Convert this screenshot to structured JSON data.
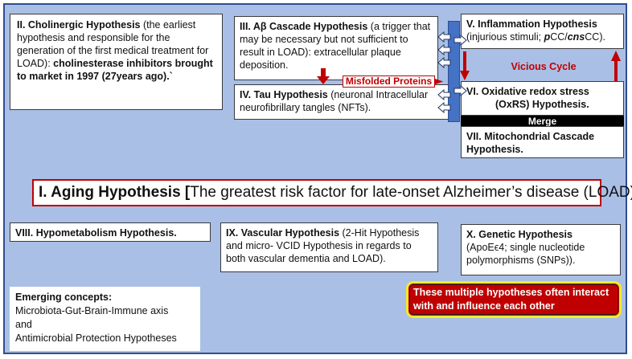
{
  "cholinergic": {
    "title": "II. Cholinergic Hypothesis",
    "text": " (the earliest hypothesis and responsible for the generation of the first medical treatment for LOAD): ",
    "bold_tail": "cholinesterase inhibitors brought to market in 1997 (27years ago).`"
  },
  "amyloid": {
    "title": "III. Aβ Cascade Hypothesis",
    "text": " (a trigger that may be necessary but not sufficient to result in LOAD): extracellular plaque deposition."
  },
  "tau": {
    "title": "IV. Tau Hypothesis",
    "text": " (neuronal Intracellular neurofibrillary tangles (NFTs)."
  },
  "inflammation": {
    "title": "V. Inflammation Hypothesis",
    "text_a": "(injurious stimuli; ",
    "p_mark": "p",
    "cc_a": "CC/",
    "cns_mark": "cns",
    "cc_b": "CC)."
  },
  "oxidative": {
    "title_a": "VI. Oxidative redox stress",
    "title_b": "(OxRS) Hypothesis."
  },
  "mitochondrial": {
    "title": "VII. Mitochondrial Cascade Hypothesis."
  },
  "merge_label": "Merge",
  "vicious_cycle": "Vicious Cycle",
  "misfolded": "Misfolded Proteins",
  "aging": {
    "title": "I. Aging Hypothesis [",
    "text": "The greatest risk factor for late-onset Alzheimer’s disease (LOAD)]."
  },
  "hypometabolism": {
    "title": "VIII. Hypometabolism Hypothesis."
  },
  "vascular": {
    "title": "IX. Vascular Hypothesis",
    "text": " (2-Hit Hypothesis and micro- VCID Hypothesis in regards to both vascular dementia and LOAD)."
  },
  "genetic": {
    "title": "X. Genetic Hypothesis",
    "text": "(ApoEϵ4; single nucleotide polymorphisms (SNPs))."
  },
  "emerging": {
    "title": "Emerging concepts:",
    "line1": "Microbiota-Gut-Brain-Immune axis",
    "line2": "and",
    "line3": "Antimicrobial Protection Hypotheses"
  },
  "note": "These multiple hypotheses often interact with and influence each other",
  "colors": {
    "background": "#aabfe5",
    "accent_red": "#c00000",
    "bar_blue": "#4472c4",
    "note_border": "#f2ea2c"
  }
}
